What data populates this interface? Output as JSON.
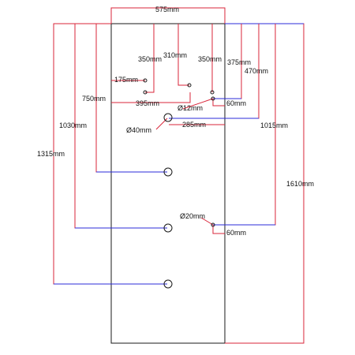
{
  "colors": {
    "outline": "#1a1a1a",
    "dimension_red": "#d9263a",
    "dimension_blue": "#2b2bd9",
    "hole": "#1a1a1a",
    "leader": "#d9263a"
  },
  "labels": {
    "top_width": "575mm",
    "d_350_left": "350mm",
    "d_310": "310mm",
    "d_350_right": "350mm",
    "d_375": "375mm",
    "d_470": "470mm",
    "d_175": "175mm",
    "d_395": "395mm",
    "d_750": "750mm",
    "d_12": "Ø12mm",
    "d_60_top": "60mm",
    "d_40": "Ø40mm",
    "d_285": "285mm",
    "d_1030": "1030mm",
    "d_1015": "1015mm",
    "d_1315": "1315mm",
    "d_1610": "1610mm",
    "d_20": "Ø20mm",
    "d_60_bottom": "60mm"
  }
}
